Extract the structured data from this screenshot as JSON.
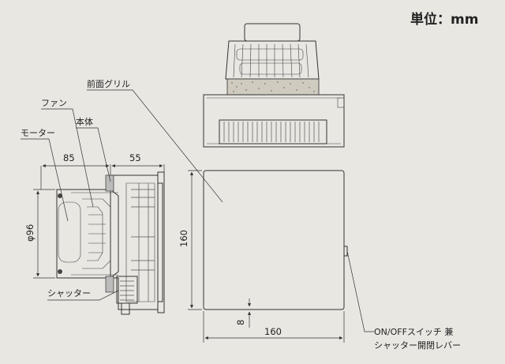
{
  "unit_label": "単位：mm",
  "labels": {
    "front_grille": "前面グリル",
    "fan": "ファン",
    "body": "本体",
    "motor": "モーター",
    "shutter": "シャッター",
    "switch_line1": "ON/OFFスイッチ 兼",
    "switch_line2": "シャッター開閉レバー"
  },
  "dimensions": {
    "side_depth_motor": "85",
    "side_depth_body": "55",
    "side_diameter": "φ96",
    "front_height": "160",
    "front_width": "160",
    "lever_offset": "8"
  }
}
